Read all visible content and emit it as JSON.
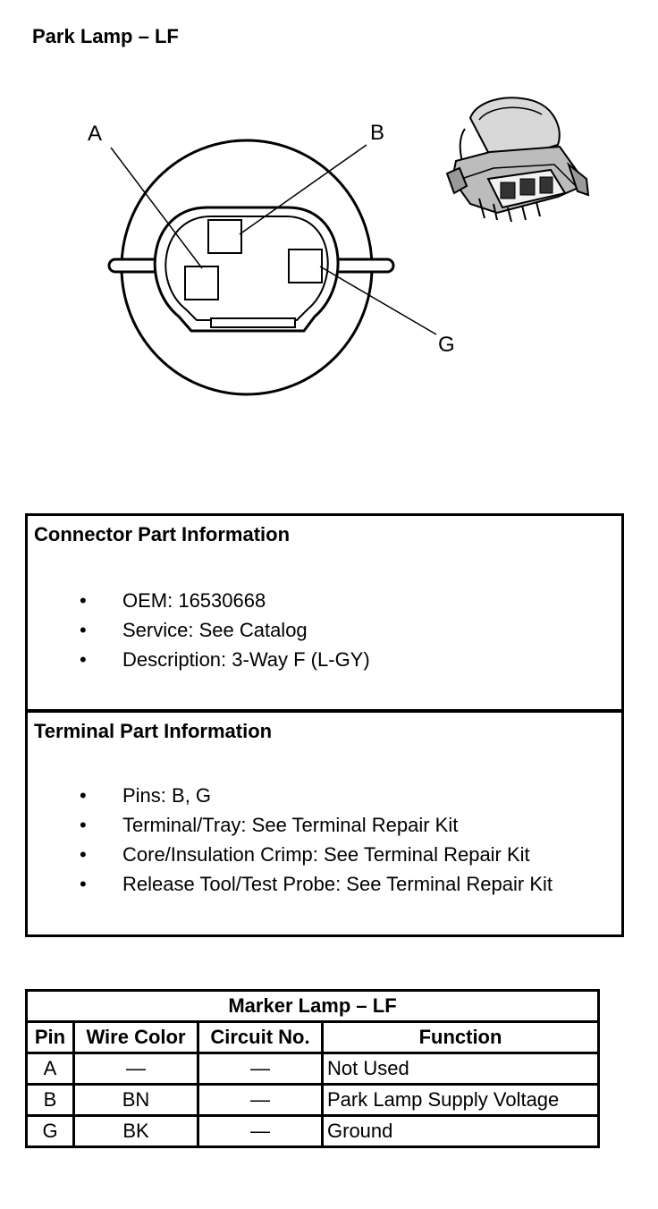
{
  "title": "Park Lamp – LF",
  "diagram": {
    "labels": {
      "a": "A",
      "b": "B",
      "g": "G"
    }
  },
  "connector_info": {
    "heading": "Connector Part Information",
    "items": [
      "OEM: 16530668",
      "Service: See Catalog",
      "Description: 3-Way F (L-GY)"
    ]
  },
  "terminal_info": {
    "heading": "Terminal Part Information",
    "items": [
      "Pins: B, G",
      "Terminal/Tray: See Terminal Repair Kit",
      "Core/Insulation Crimp: See Terminal Repair Kit",
      "Release Tool/Test Probe: See Terminal Repair Kit"
    ]
  },
  "pin_table": {
    "caption": "Marker Lamp – LF",
    "headers": [
      "Pin",
      "Wire Color",
      "Circuit No.",
      "Function"
    ],
    "rows": [
      [
        "A",
        "—",
        "—",
        "Not Used"
      ],
      [
        "B",
        "BN",
        "—",
        "Park Lamp Supply Voltage"
      ],
      [
        "G",
        "BK",
        "—",
        "Ground"
      ]
    ]
  },
  "bullet_char": "•"
}
